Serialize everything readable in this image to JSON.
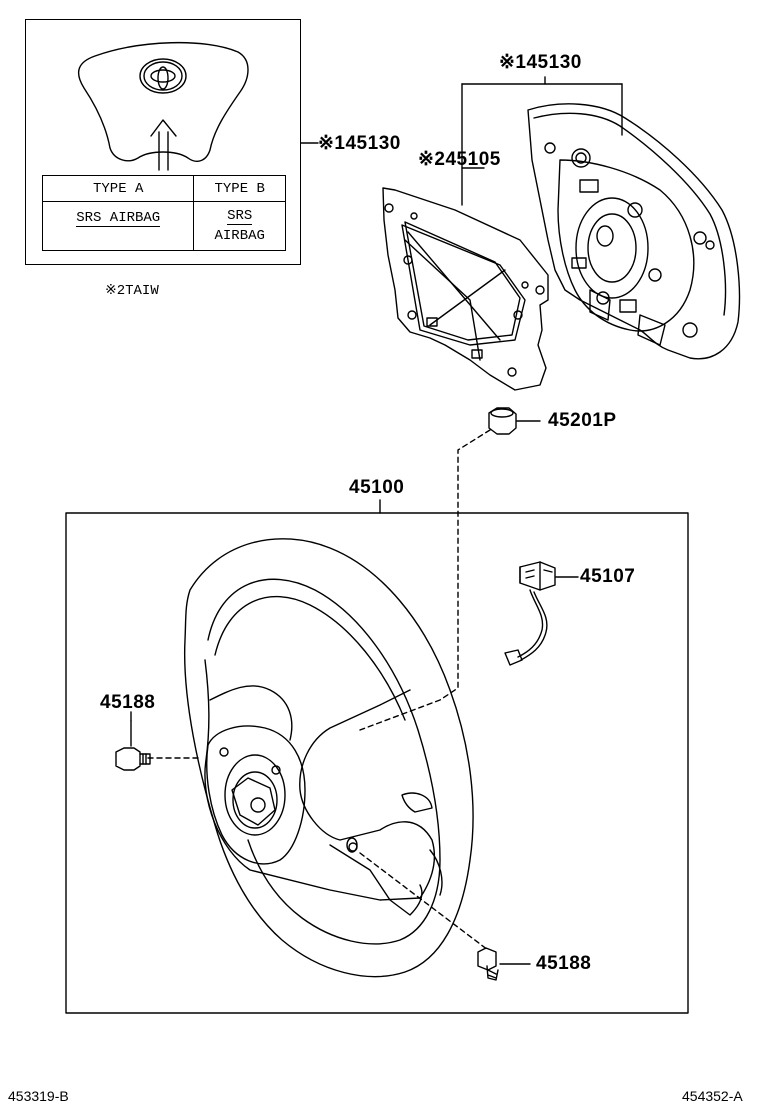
{
  "diagram": {
    "inset": {
      "table": {
        "type_a": "TYPE A",
        "type_b": "TYPE B",
        "type_a_value": "SRS AIRBAG",
        "type_b_value_line1": "SRS",
        "type_b_value_line2": "AIRBAG"
      },
      "note": "※2TAIW"
    },
    "labels": {
      "pad_top": "※145130",
      "pad_inset": "※145130",
      "plate": "※245105",
      "nut": "45201P",
      "wheel": "45100",
      "connector": "45107",
      "bolt_left": "45188",
      "bolt_right": "45188"
    },
    "footer": {
      "left": "453319-B",
      "right": "454352-A"
    }
  }
}
